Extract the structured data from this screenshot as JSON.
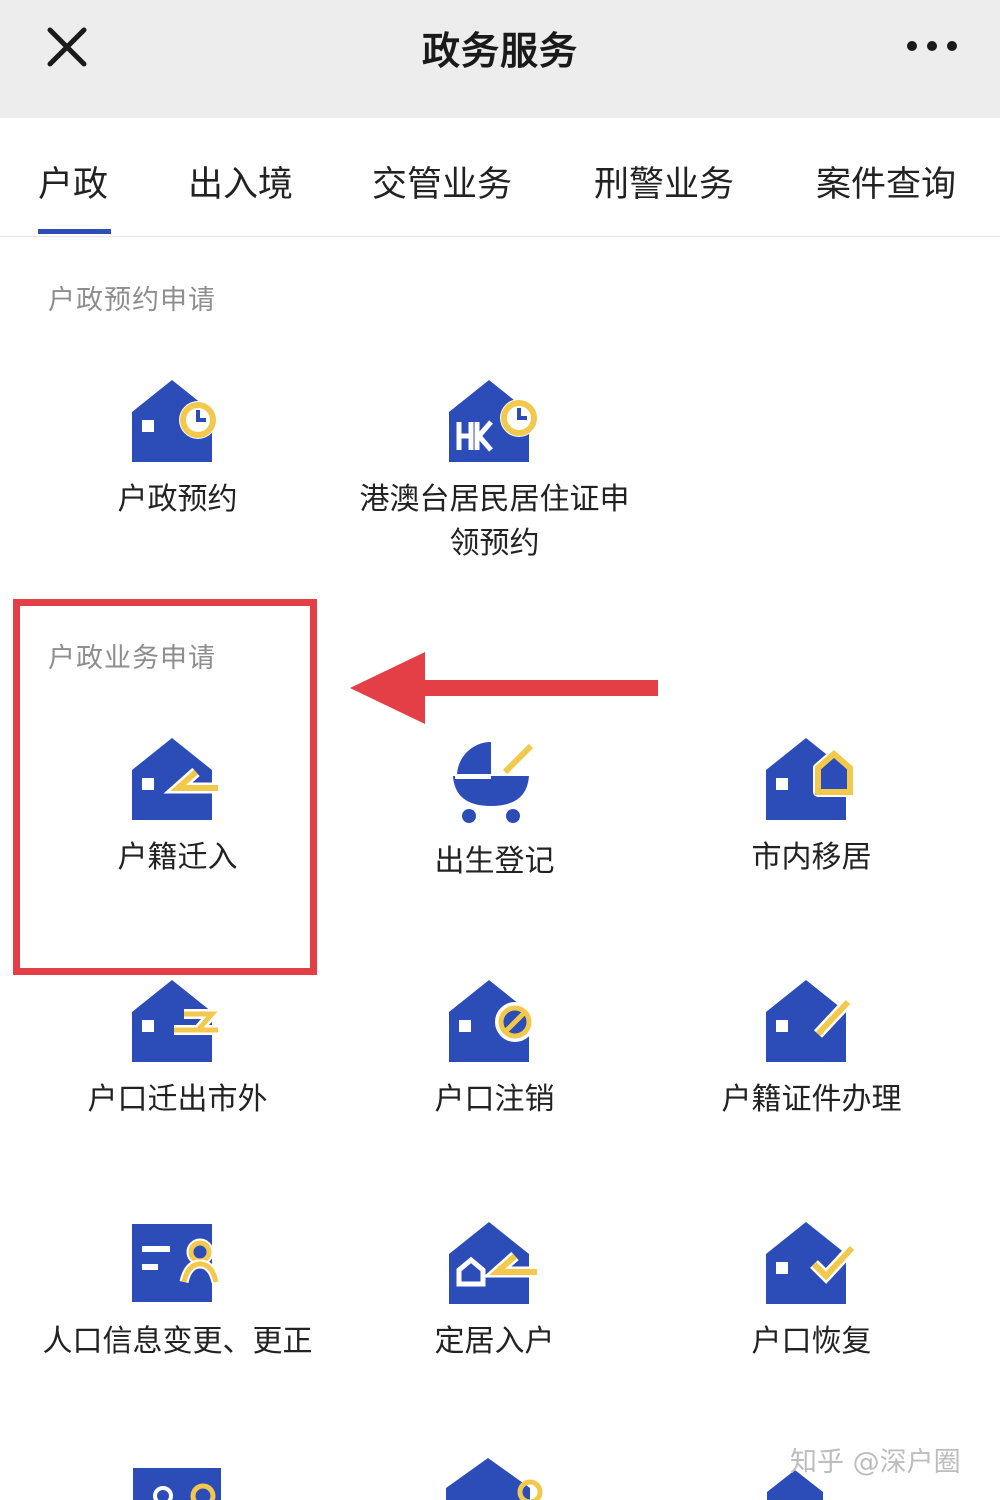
{
  "header": {
    "title": "政务服务",
    "close_icon": "close-icon",
    "more_icon": "more-icon"
  },
  "tabs": [
    {
      "label": "户政",
      "active": true
    },
    {
      "label": "出入境",
      "active": false
    },
    {
      "label": "交管业务",
      "active": false
    },
    {
      "label": "刑警业务",
      "active": false
    },
    {
      "label": "案件查询",
      "active": false
    }
  ],
  "sections": {
    "appointment": {
      "title": "户政预约申请",
      "items": [
        {
          "label": "户政预约",
          "icon": "house-clock-icon"
        },
        {
          "label": "港澳台居民居住证申领预约",
          "icon": "house-hk-clock-icon"
        }
      ]
    },
    "business": {
      "title": "户政业务申请",
      "items": [
        {
          "label": "户籍迁入",
          "icon": "house-move-in-icon"
        },
        {
          "label": "出生登记",
          "icon": "stroller-icon"
        },
        {
          "label": "市内移居",
          "icon": "house-relocate-icon"
        },
        {
          "label": "户口迁出市外",
          "icon": "house-move-out-icon"
        },
        {
          "label": "户口注销",
          "icon": "house-cancel-icon"
        },
        {
          "label": "户籍证件办理",
          "icon": "house-pen-icon"
        },
        {
          "label": "人口信息变更、更正",
          "icon": "id-card-person-icon"
        },
        {
          "label": "定居入户",
          "icon": "house-settle-icon"
        },
        {
          "label": "户口恢复",
          "icon": "house-check-icon"
        }
      ]
    }
  },
  "watermark": "知乎 @深户圈",
  "colors": {
    "icon_blue": "#2c4db8",
    "icon_yellow": "#f2c94c",
    "highlight_red": "#e43f47",
    "tab_underline": "#2d4fb5"
  }
}
